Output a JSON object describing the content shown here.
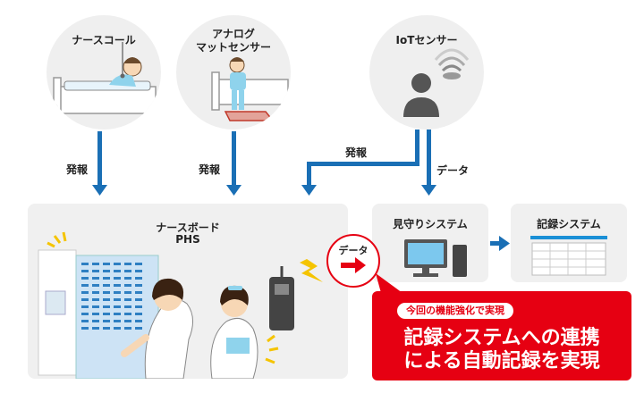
{
  "sources": {
    "nurse_call": "ナースコール",
    "analog_mat_line1": "アナログ",
    "analog_mat_line2": "マットセンサー",
    "iot_sensor": "IoTセンサー"
  },
  "flows": {
    "alarm_1": "発報",
    "alarm_2": "発報",
    "alarm_3": "発報",
    "data_down": "データ",
    "data_badge": "データ"
  },
  "panels": {
    "nurse_board_line1": "ナースボード",
    "nurse_board_line2": "PHS",
    "monitoring_system": "見守りシステム",
    "record_system": "記録システム"
  },
  "callout": {
    "tag": "今回の機能強化で実現",
    "line1": "記録システムへの連携",
    "line2": "による自動記録を実現"
  },
  "colors": {
    "arrow_blue": "#1a6fb5",
    "accent_red": "#e60012",
    "panel_gray": "#f0f0f0",
    "circle_gray": "#efefef"
  }
}
